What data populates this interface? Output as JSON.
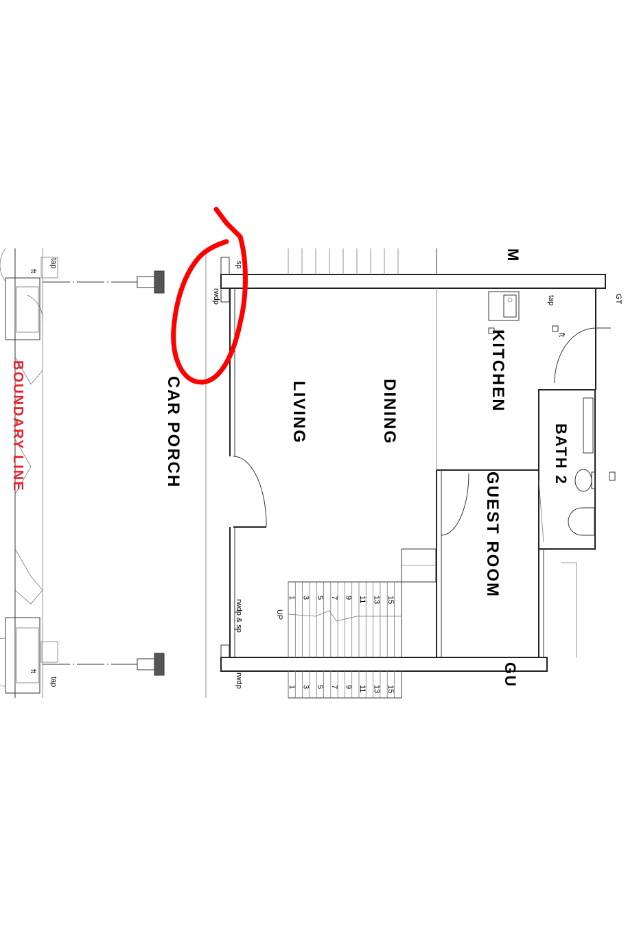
{
  "rooms": {
    "car_porch": "CAR PORCH",
    "living": "LIVING",
    "dining": "DINING",
    "kitchen": "KITCHEN",
    "bath2": "BATH 2",
    "guest_room": "GUEST ROOM",
    "boundary": "BOUNDARY LINE",
    "partial_top": "M",
    "partial_bottom": "GU"
  },
  "labels": {
    "tap": "tap",
    "rwdp": "rwdp",
    "sp": "sp",
    "rwdp_sp": "rwdp & sp",
    "ft": "ft",
    "gt": "GT",
    "up": "UP"
  },
  "stairs": {
    "steps": [
      "1",
      "3",
      "5",
      "7",
      "9",
      "11",
      "13",
      "15"
    ]
  },
  "colors": {
    "annotation": "#ff0000",
    "boundary_text": "#e8202a",
    "lines": "#222222"
  }
}
